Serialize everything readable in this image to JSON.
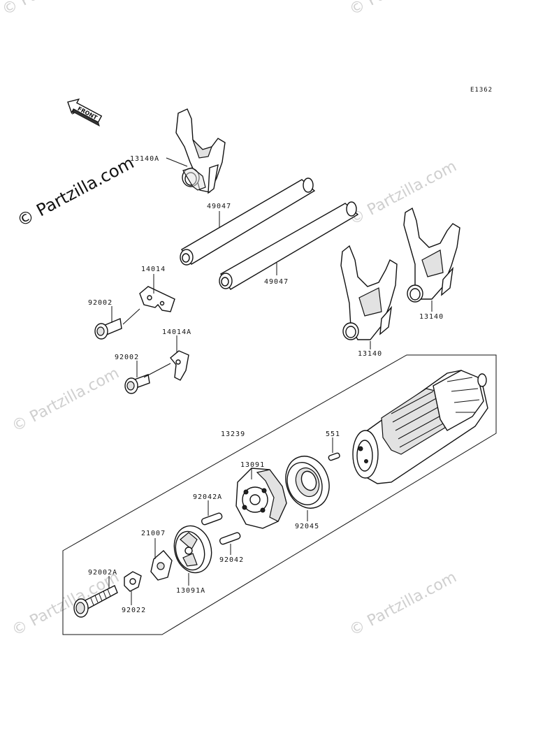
{
  "diagram_code": "E1362",
  "front_label": "FRONT",
  "watermark": "© Partzilla.com",
  "watermark_repeat": "© Partzilla.com",
  "callouts": {
    "c13140A": "13140A",
    "c49047_top": "49047",
    "c49047_bottom": "49047",
    "c14014": "14014",
    "c14014A": "14014A",
    "c92002_top": "92002",
    "c92002_bottom": "92002",
    "c13140_right": "13140",
    "c13140_mid": "13140",
    "c13239": "13239",
    "c551": "551",
    "c13091": "13091",
    "c92042A": "92042A",
    "c92045": "92045",
    "c21007": "21007",
    "c92042": "92042",
    "c92002A": "92002A",
    "c13091A": "13091A",
    "c92022": "92022"
  }
}
